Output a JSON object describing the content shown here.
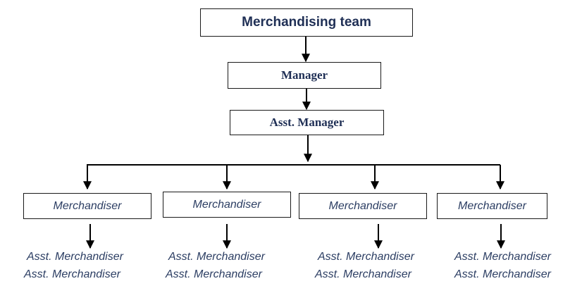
{
  "diagram": {
    "top": "Merchandising team",
    "manager": "Manager",
    "asst_manager": "Asst. Manager",
    "merchandisers": [
      {
        "label": "Merchandiser",
        "assistants": [
          "Asst. Merchandiser",
          "Asst. Merchandiser"
        ]
      },
      {
        "label": "Merchandiser",
        "assistants": [
          "Asst. Merchandiser",
          "Asst. Merchandiser"
        ]
      },
      {
        "label": "Merchandiser",
        "assistants": [
          "Asst. Merchandiser",
          "Asst. Merchandiser"
        ]
      },
      {
        "label": "Merchandiser",
        "assistants": [
          "Asst. Merchandiser",
          "Asst. Merchandiser"
        ]
      }
    ]
  },
  "colors": {
    "text": "#1f2f55",
    "line": "#000000"
  }
}
